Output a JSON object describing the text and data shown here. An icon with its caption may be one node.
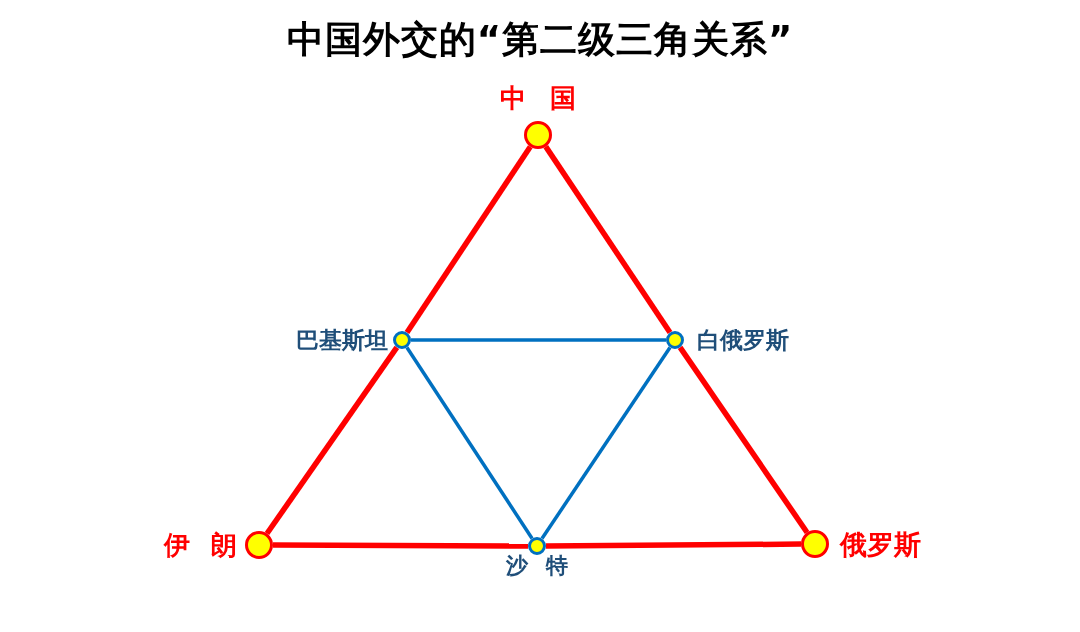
{
  "diagram": {
    "title": "中国外交的“第二级三角关系”",
    "nodes": [
      {
        "text": [],
        "shape": "circle",
        "beside": [
          "中 国"
        ]
      },
      {
        "text": [],
        "shape": "circle",
        "beside": [
          "巴基斯坦"
        ]
      },
      {
        "text": [],
        "shape": "circle",
        "beside": [
          "白俄罗斯"
        ]
      },
      {
        "text": [],
        "shape": "circle",
        "beside": [
          "伊 朗"
        ]
      },
      {
        "text": [],
        "shape": "circle",
        "beside": [
          "沙 特"
        ]
      },
      {
        "text": [],
        "shape": "circle",
        "beside": [
          "俄罗斯"
        ]
      }
    ],
    "edges": [
      {
        "from": 0,
        "to": 1,
        "arrow": "none"
      },
      {
        "from": 1,
        "to": 3,
        "arrow": "none"
      },
      {
        "from": 3,
        "to": 4,
        "arrow": "none"
      },
      {
        "from": 4,
        "to": 5,
        "arrow": "none"
      },
      {
        "from": 5,
        "to": 2,
        "arrow": "none"
      },
      {
        "from": 2,
        "to": 0,
        "arrow": "none"
      },
      {
        "from": 1,
        "to": 2,
        "arrow": "none",
        "color": "#0070c0"
      },
      {
        "from": 1,
        "to": 4,
        "arrow": "none",
        "color": "#0070c0"
      },
      {
        "from": 2,
        "to": 4,
        "arrow": "none",
        "color": "#0070c0"
      }
    ]
  }
}
